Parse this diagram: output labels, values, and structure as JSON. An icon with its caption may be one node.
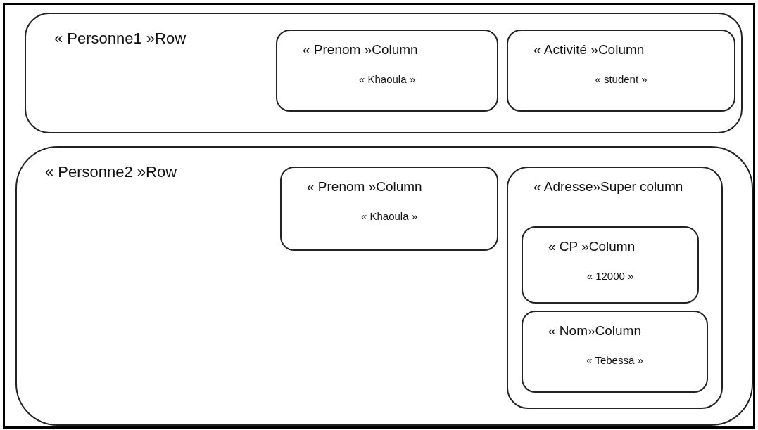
{
  "diagram": {
    "nodes": [
      {
        "text": [
          "« Personne1 »Row"
        ]
      },
      {
        "text": [
          "« Prenom »Column",
          "« Khaoula »"
        ],
        "in": 0
      },
      {
        "text": [
          "« Activité »Column",
          "« student »"
        ],
        "in": 0
      },
      {
        "text": [
          "« Personne2 »Row"
        ]
      },
      {
        "text": [
          "« Prenom »Column",
          "« Khaoula »"
        ],
        "in": 3
      },
      {
        "text": [
          "« Adresse»Super column"
        ],
        "in": 3
      },
      {
        "text": [
          "« CP »Column",
          "« 12000 »"
        ],
        "in": 5
      },
      {
        "text": [
          "« Nom»Column",
          "« Tebessa »"
        ],
        "in": 5
      }
    ]
  }
}
